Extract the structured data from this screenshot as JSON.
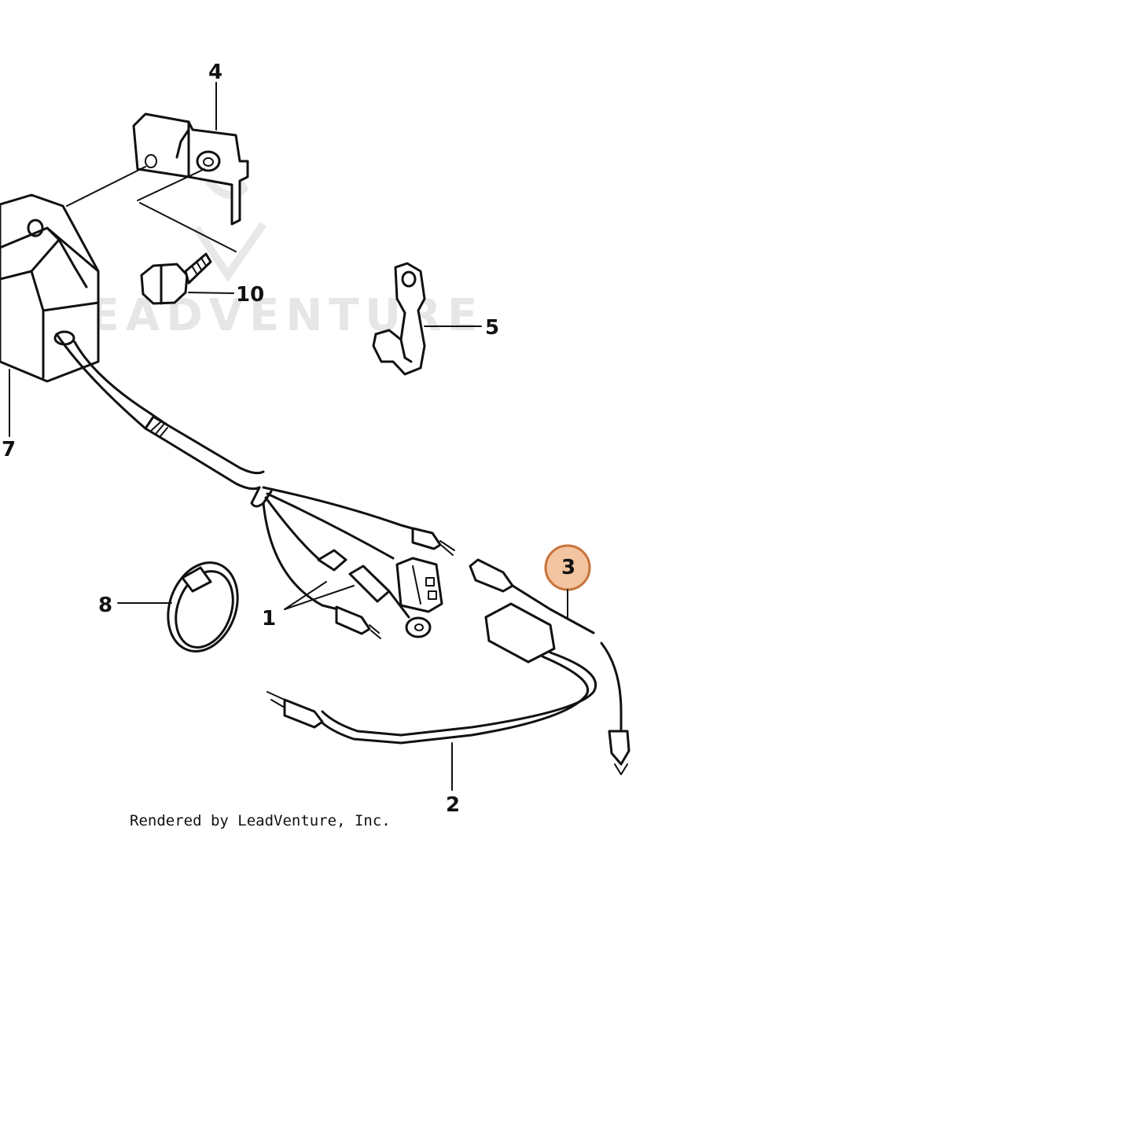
{
  "diagram": {
    "watermark": "LEADVENTURE",
    "credit": "Rendered by LeadVenture, Inc.",
    "highlight_color": "#f2c4a0",
    "highlight_stroke": "#c8733a",
    "callouts": [
      {
        "id": "4",
        "label": "4"
      },
      {
        "id": "10",
        "label": "10"
      },
      {
        "id": "5",
        "label": "5"
      },
      {
        "id": "7",
        "label": "7"
      },
      {
        "id": "8",
        "label": "8"
      },
      {
        "id": "1",
        "label": "1"
      },
      {
        "id": "3",
        "label": "3",
        "highlighted": true
      },
      {
        "id": "2",
        "label": "2"
      }
    ]
  }
}
